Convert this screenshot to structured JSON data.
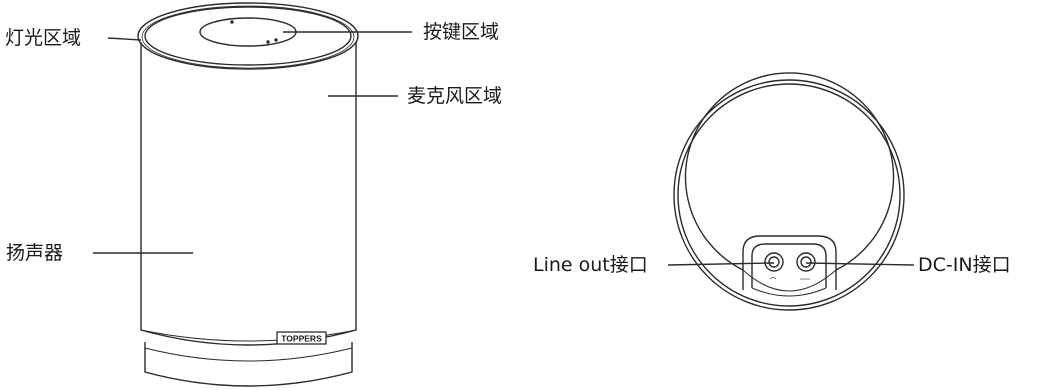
{
  "front_view": {
    "labels": {
      "light_area": "灯光区域",
      "button_area": "按键区域",
      "mic_area": "麦克风区域",
      "speaker": "扬声器"
    },
    "brand": "TOPPERS"
  },
  "bottom_view": {
    "labels": {
      "line_out": "Line out接口",
      "dc_in": "DC-IN接口"
    }
  },
  "colors": {
    "stroke": "#2b2b2b",
    "background": "#ffffff"
  }
}
